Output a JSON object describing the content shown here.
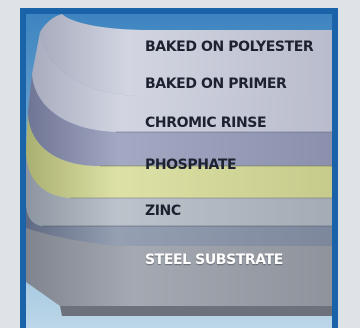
{
  "layers": [
    {
      "label": "BAKED ON POLYESTER",
      "color": "#c9ccda",
      "text_color": "dark"
    },
    {
      "label": "BAKED ON PRIMER",
      "color": "#9aa0bc",
      "text_color": "dark"
    },
    {
      "label": "CHROMIC RINSE",
      "color": "#d6db9a",
      "text_color": "dark"
    },
    {
      "label": "PHOSPHATE",
      "color": "#b2b9c2",
      "text_color": "dark"
    },
    {
      "label": "ZINC",
      "color": "#8d97ab",
      "text_color": "dark"
    },
    {
      "label": "STEEL SUBSTRATE",
      "color": "#9ca1aa",
      "text_color": "light"
    }
  ],
  "colors": {
    "border": "#1b63a8",
    "sky_top": "#3d84c0",
    "sky_bottom": "#bcd7e8"
  }
}
